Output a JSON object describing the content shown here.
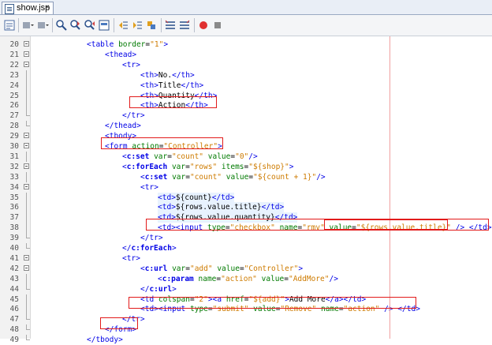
{
  "tab": {
    "title": "show.jsp",
    "close": "×"
  },
  "toolbar": {
    "icons": [
      "source-view-icon",
      "dropdown-back-icon",
      "dropdown-forward-icon",
      "find-icon",
      "find-prev-icon",
      "find-next-icon",
      "toggle-highlight-icon",
      "shift-left-icon",
      "shift-right-icon",
      "toggle-bookmark-icon",
      "comment-icon",
      "uncomment-icon",
      "record-macro-icon",
      "stop-macro-icon"
    ],
    "colors": {
      "record": "#e03030",
      "stop": "#808080"
    }
  },
  "lines": [
    {
      "n": "20",
      "t": "<table border=\"1\">"
    },
    {
      "n": "21",
      "t": "<thead>"
    },
    {
      "n": "22",
      "t": "<tr>"
    },
    {
      "n": "23",
      "t": "<th>No.</th>"
    },
    {
      "n": "24",
      "t": "<th>Title</th>"
    },
    {
      "n": "25",
      "t": "<th>Quantity</th>"
    },
    {
      "n": "26",
      "t": "<th>Action</th>"
    },
    {
      "n": "27",
      "t": "</tr>"
    },
    {
      "n": "28",
      "t": "</thead>"
    },
    {
      "n": "29",
      "t": "<tbody>"
    },
    {
      "n": "30",
      "t": "<form action=\"Controller\">"
    },
    {
      "n": "31",
      "t": "<c:set var=\"count\" value=\"0\"/>"
    },
    {
      "n": "32",
      "t": "<c:forEach var=\"rows\" items=\"${shop}\">"
    },
    {
      "n": "33",
      "t": "<c:set var=\"count\" value=\"${count + 1}\"/>"
    },
    {
      "n": "34",
      "t": "<tr>"
    },
    {
      "n": "35",
      "t": "<td>${count}</td>"
    },
    {
      "n": "36",
      "t": "<td>${rows.value.title}</td>"
    },
    {
      "n": "37",
      "t": "<td>${rows.value.quantity}</td>"
    },
    {
      "n": "38",
      "t": "<td><input type=\"checkbox\" name=\"rmv\" value=\"${rows.value.title}\" /> </td>"
    },
    {
      "n": "39",
      "t": "</tr>"
    },
    {
      "n": "40",
      "t": "</c:forEach>"
    },
    {
      "n": "41",
      "t": "<tr>"
    },
    {
      "n": "42",
      "t": "<c:url var=\"add\" value=\"Controller\">"
    },
    {
      "n": "43",
      "t": "<c:param name=\"action\" value=\"AddMore\"/>"
    },
    {
      "n": "44",
      "t": "</c:url>"
    },
    {
      "n": "45",
      "t": "<td colspan=\"2\"><a href=\"${add}\">Add More</a></td>"
    },
    {
      "n": "46",
      "t": "<td><input type=\"submit\" value=\"Remove\" name=\"action\" /> </td>"
    },
    {
      "n": "47",
      "t": "</tr>"
    },
    {
      "n": "48",
      "t": "</form>"
    },
    {
      "n": "49",
      "t": "</tbody>"
    }
  ]
}
